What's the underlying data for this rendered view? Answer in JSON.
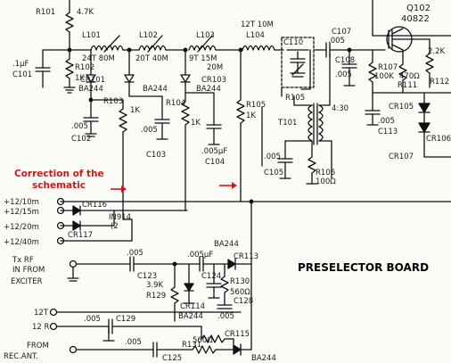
{
  "annotation": {
    "line1": "Correction of the",
    "line2": "schematic",
    "color": "#d01818"
  },
  "board": {
    "label": "PRESELECTOR BOARD"
  },
  "components": {
    "r101": "R101",
    "r101_val": "4.7K",
    "c101_val": ".1µF",
    "c101": "C101",
    "r102": "R102",
    "r102_val": "1K",
    "l101": "L101",
    "l101_val": "24T 80M",
    "l102": "L102",
    "l102_val": "20T 40M",
    "l103": "L103",
    "l103_val": "9T 15M",
    "l103_val2": "20M",
    "l104": "L104",
    "l104_val": "12T 10M",
    "c110": "C110",
    "cr101": "CR101",
    "cr101_val": "BA244",
    "cr102_val": "BA244",
    "cr103": "CR103",
    "cr103_val": "BA244",
    "r103": "R103",
    "r103_val": "1K",
    "r104": "R104",
    "r104_val": "1K",
    "r105": "R105",
    "r105_val": "1K",
    "c102_val": ".005",
    "c102": "C102",
    "c103_val": ".005",
    "c103": "C103",
    "c104_val": ".005µF",
    "c104": "C104",
    "c107": "C107",
    "c107_val": ".005",
    "c108": "C108",
    "c108_val": ".005",
    "r105b": "R105",
    "t101": "T101",
    "t101_ratio": "4:30",
    "c105_val": ".005",
    "c105": "C105",
    "r106": "R106",
    "r106_val": "100Ω",
    "q102": "Q102",
    "q102_part": "40822",
    "r107": "R107",
    "r107_val": "100K",
    "r111_val": "470Ω",
    "r111": "R111",
    "r112": "R112",
    "r112_val": "2.2K",
    "c113_val": ".005",
    "c113": "C113",
    "cr105": "CR105",
    "cr106": "CR106",
    "cr107": "CR107",
    "in10m": "+12/10m",
    "in15m": "+12/15m",
    "in20m": "+12/20m",
    "in40m": "+12/40m",
    "cr116": "CR116",
    "cr117": "CR117",
    "in914": "IN914",
    "in914_note": "(2",
    "tx_line1": "Tx RF",
    "tx_line2": "IN FROM",
    "tx_line3": "EXCITER",
    "c123_val": ".005",
    "c123": "C123",
    "r129_val": "3.9K",
    "r129": "R129",
    "c124_val": ".005µF",
    "c124": "C124",
    "cr113": "CR113",
    "ba244_top": "BA244",
    "r130": "R130",
    "r130_val": "560Ω",
    "c128": "C128",
    "cr114": "CR114",
    "ba244_mid": "BA244",
    "c005b": ".005",
    "r12t": "12T",
    "r12r": "12 R",
    "c129_val": ".005",
    "c129": "C129",
    "r131_val": "560Ω",
    "r131": "R131",
    "cr115": "CR115",
    "ba244_low": "BA244",
    "from_line1": "FROM",
    "from_line2": "REC.ANT.",
    "c125_val": ".005",
    "c125": "C125"
  }
}
